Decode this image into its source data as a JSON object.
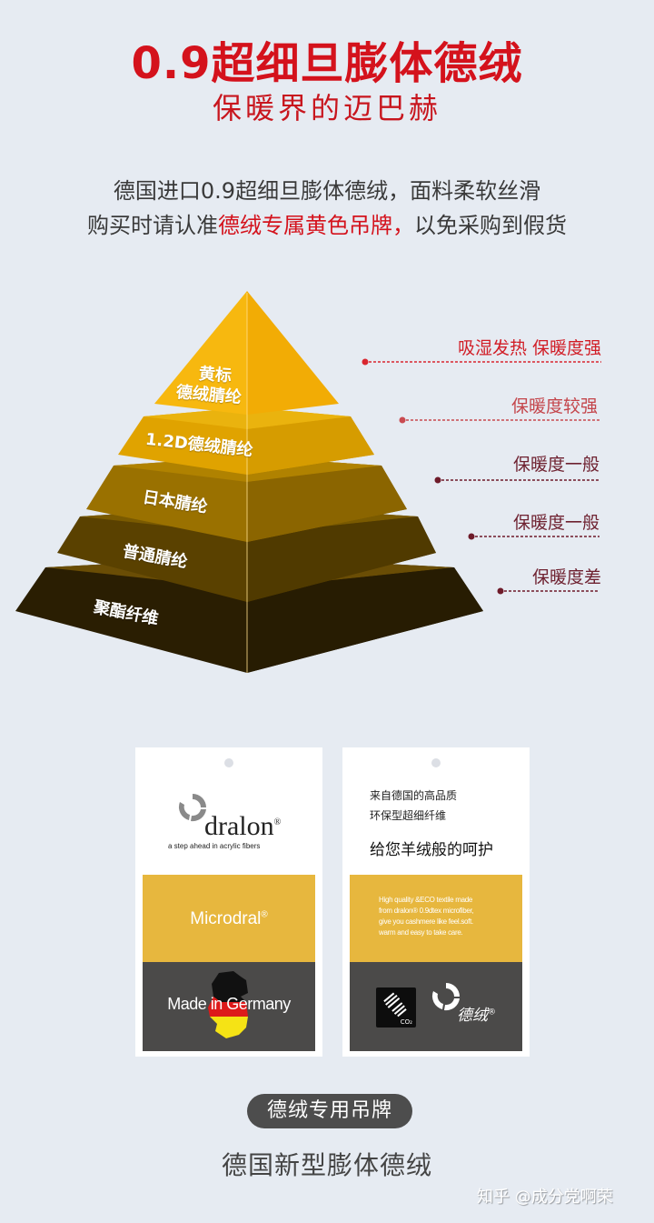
{
  "header": {
    "title": "0.9超细旦膨体德绒",
    "subtitle": "保暖界的迈巴赫"
  },
  "description": {
    "line1": "德国进口0.9超细旦膨体德绒，面料柔软丝滑",
    "line2_prefix": "购买时请认准",
    "line2_highlight": "德绒专属黄色吊牌，",
    "line2_suffix": "以免采购到假货"
  },
  "pyramid": {
    "tiers": [
      {
        "label_line1": "黄标",
        "label_line2": "德绒腈纶",
        "annotation": "吸湿发热 保暖度强",
        "color_front": "#f6b50e",
        "color_side": "#f3ae07",
        "annotation_color": "#d11d26"
      },
      {
        "label": "1.2D德绒腈纶",
        "annotation": "保暖度较强",
        "color_front": "#dfa200",
        "color_side": "#d89d00",
        "annotation_color": "#c83e46"
      },
      {
        "label": "日本腈纶",
        "annotation": "保暖度一般",
        "color_front": "#9b7200",
        "color_side": "#8c6600",
        "annotation_color": "#6e2130"
      },
      {
        "label": "普通腈纶",
        "annotation": "保暖度一般",
        "color_front": "#5c4200",
        "color_side": "#523b00",
        "annotation_color": "#6e2130"
      },
      {
        "label": "聚酯纤维",
        "annotation": "保暖度差",
        "color_front": "#2b1f02",
        "color_side": "#281d03",
        "annotation_color": "#6e2130"
      }
    ]
  },
  "tags": {
    "left": {
      "brand": "dralon",
      "registered": "®",
      "slogan": "a step ahead in acrylic fibers",
      "product": "Microdral",
      "product_registered": "®",
      "origin": "Made in Germany"
    },
    "right": {
      "line1": "来自德国的高品质",
      "line2": "环保型超细纤维",
      "headline": "给您羊绒般的呵护",
      "english_lines": [
        "High quality &ECO textile made",
        "from dralon® 0.9dtex microfiber,",
        "give you cashmere like feel.soft.",
        "warm and easy to take care."
      ],
      "co2_label": "CO₂",
      "brand_cn": "德绒",
      "registered": "®"
    }
  },
  "footer": {
    "pill": "德绒专用吊牌",
    "title": "德国新型膨体德绒",
    "watermark": "知乎 @成分党啊荣"
  }
}
